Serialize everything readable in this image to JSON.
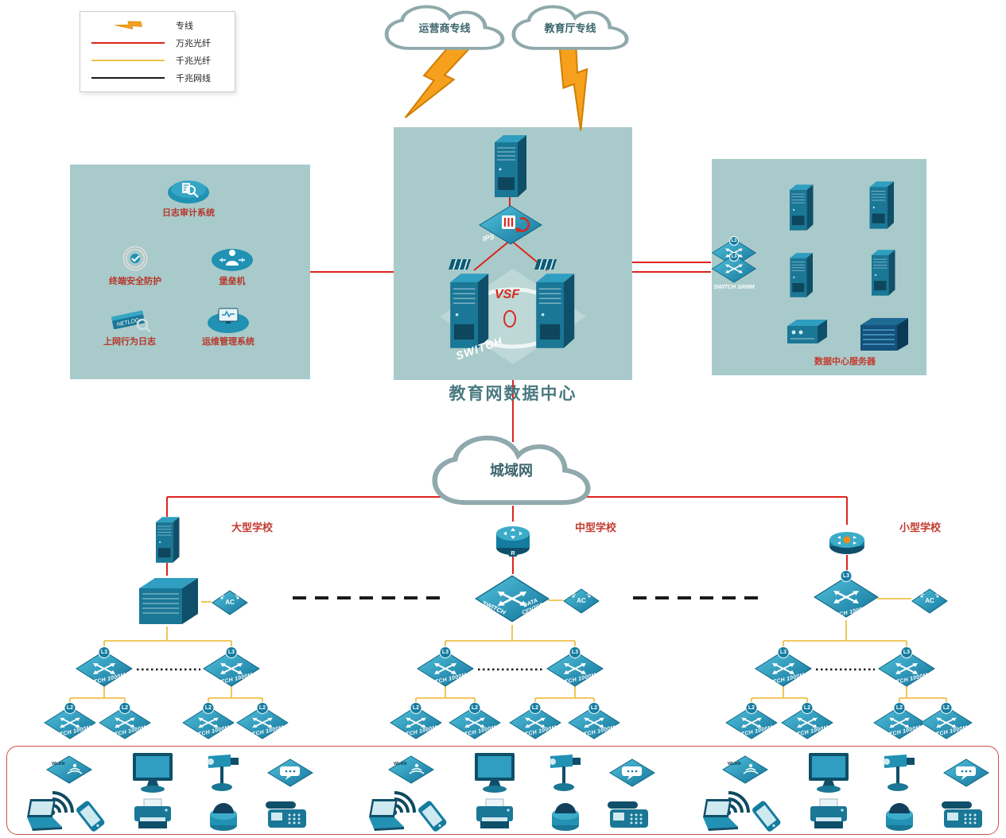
{
  "colors": {
    "panel_teal": "#a9caca",
    "device_teal": "#2191b4",
    "line_10g_red": "#dc241c",
    "line_1g_fiber_yellow": "#eec04a",
    "line_1g_cable_black": "#1a1a1a",
    "label_red": "#c43a2e"
  },
  "legend": {
    "items": [
      {
        "label": "专线",
        "symbol": "lightning-bolt"
      },
      {
        "label": "万兆光纤",
        "symbol": "red-line",
        "color": "#dc241c"
      },
      {
        "label": "千兆光纤",
        "symbol": "yellow-line",
        "color": "#eec04a"
      },
      {
        "label": "千兆网线",
        "symbol": "black-line",
        "color": "#1a1a1a"
      }
    ]
  },
  "clouds": {
    "carrier": "运营商专线",
    "education": "教育厅专线",
    "man": "城域网"
  },
  "datacenter": {
    "title": "教育网数据中心",
    "vsf": "VSF",
    "switch": "SWITCH",
    "ips": "IPS"
  },
  "security_panel": {
    "items": [
      {
        "label": "日志审计系统"
      },
      {
        "label": "终端安全防护"
      },
      {
        "label": "堡垒机"
      },
      {
        "label": "上网行为日志"
      },
      {
        "label": "运维管理系统"
      }
    ],
    "netlog": "NETLOG"
  },
  "server_panel": {
    "label": "数据中心服务器",
    "switch_label": "SWITCH 1000M"
  },
  "labels": {
    "l3": "L3",
    "l2": "L2",
    "switch1000m": "SWITCH 1000M",
    "ac": "AC",
    "wlan": "WLAN",
    "router_badge": "R",
    "core_switch": "SWITCH",
    "core_datacenter": "DATA CENTER"
  },
  "schools": [
    {
      "name": "大型学校"
    },
    {
      "name": "中型学校"
    },
    {
      "name": "小型学校"
    }
  ]
}
